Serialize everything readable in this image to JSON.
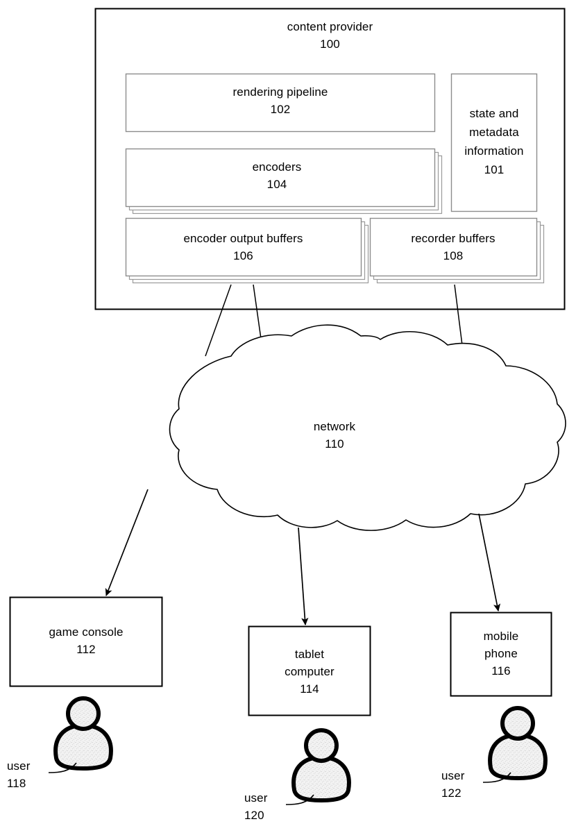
{
  "figure": {
    "type": "patent-block-diagram",
    "background_color": "#ffffff",
    "line_color": "#000000",
    "inner_box_border_color": "#808080"
  },
  "content_provider": {
    "title": "content provider",
    "ref": "100",
    "components": [
      {
        "name": "rendering-pipeline",
        "title": "rendering pipeline",
        "ref": "102",
        "stacked": false
      },
      {
        "name": "encoders",
        "title": "encoders",
        "ref": "104",
        "stacked": true
      },
      {
        "name": "state-and-metadata-information",
        "title": "state and\nmetadata\ninformation",
        "ref": "101",
        "stacked": false
      },
      {
        "name": "encoder-output-buffers",
        "title": "encoder output buffers",
        "ref": "106",
        "stacked": true
      },
      {
        "name": "recorder-buffers",
        "title": "recorder buffers",
        "ref": "108",
        "stacked": true
      }
    ]
  },
  "network": {
    "title": "network",
    "ref": "110",
    "shape": "cloud"
  },
  "devices": [
    {
      "name": "game-console",
      "title": "game console",
      "ref": "112"
    },
    {
      "name": "tablet-computer",
      "title": "tablet\ncomputer",
      "ref": "114"
    },
    {
      "name": "mobile-phone",
      "title": "mobile\nphone",
      "ref": "116"
    }
  ],
  "users": [
    {
      "name": "user-118",
      "title": "user",
      "ref": "118"
    },
    {
      "name": "user-120",
      "title": "user",
      "ref": "120"
    },
    {
      "name": "user-122",
      "title": "user",
      "ref": "122"
    }
  ],
  "labels": {
    "cp_title_text": "content provider\n100",
    "rendering_pipeline_text": "rendering pipeline\n102",
    "encoders_text": "encoders\n104",
    "state_metadata_text": "state and\nmetadata\ninformation\n101",
    "encoder_output_buffers_text": "encoder output buffers\n106",
    "recorder_buffers_text": "recorder buffers\n108",
    "network_text": "network\n110",
    "game_console_text": "game console\n112",
    "tablet_computer_text": "tablet\ncomputer\n114",
    "mobile_phone_text": "mobile\nphone\n116",
    "user_118_text": "user\n118",
    "user_120_text": "user\n120",
    "user_122_text": "user\n122"
  }
}
